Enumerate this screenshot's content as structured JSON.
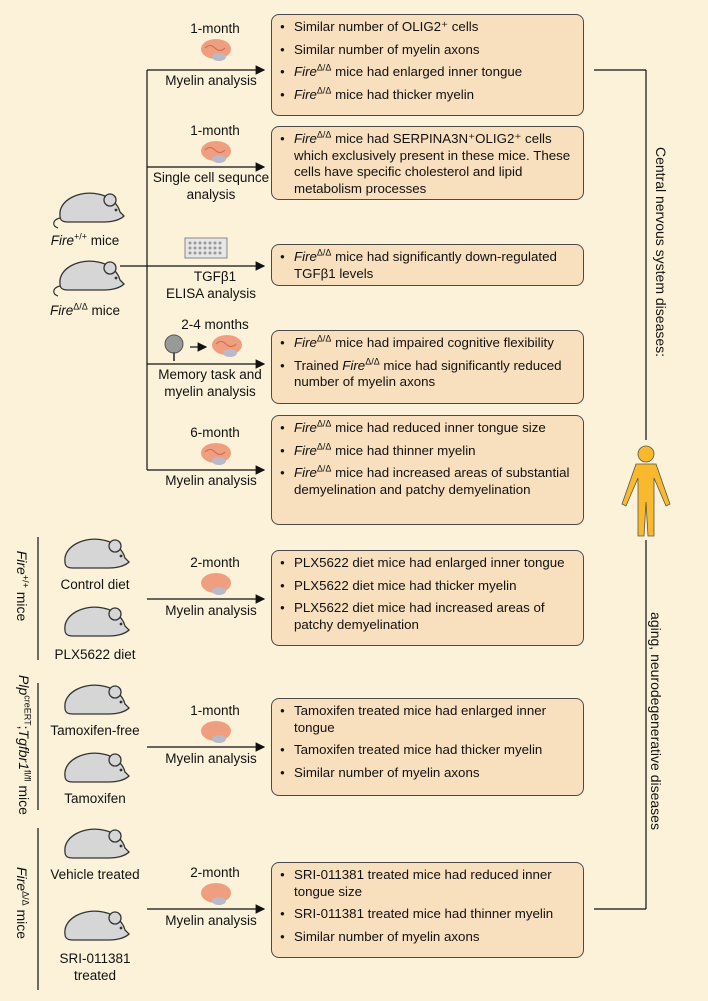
{
  "experiments": [
    {
      "time": "1-month",
      "analysis": "Myelin analysis",
      "results": [
        {
          "pre": "",
          "it": "",
          "text": "Similar number of OLIG2⁺ cells"
        },
        {
          "pre": "",
          "it": "",
          "text": "Similar number of myelin axons"
        },
        {
          "pre": "",
          "it": "Fire^Δ/Δ",
          "text": " mice had enlarged inner tongue"
        },
        {
          "pre": "",
          "it": "Fire^Δ/Δ",
          "text": " mice had thicker myelin"
        }
      ]
    },
    {
      "time": "1-month",
      "analysis": "Single cell sequnce analysis",
      "results": [
        {
          "pre": "",
          "it": "Fire^Δ/Δ",
          "text": " mice had SERPINA3N⁺OLIG2⁺ cells which exclusively present in these mice. These cells have specific cholesterol and lipid metabolism processes"
        }
      ]
    },
    {
      "time": "TGFβ1",
      "analysis": "ELISA analysis",
      "results": [
        {
          "pre": "",
          "it": "Fire^Δ/Δ",
          "text": " mice had significantly down-regulated TGFβ1 levels"
        }
      ]
    },
    {
      "time": "2-4 months",
      "analysis": "Memory task and myelin analysis",
      "results": [
        {
          "pre": "",
          "it": "Fire^Δ/Δ",
          "text": " mice had impaired cognitive flexibility"
        },
        {
          "pre": "Trained ",
          "it": "Fire^Δ/Δ",
          "text": " mice had significantly reduced number of myelin axons"
        }
      ]
    },
    {
      "time": "6-month",
      "analysis": "Myelin analysis",
      "results": [
        {
          "pre": "",
          "it": "Fire^Δ/Δ",
          "text": " mice had reduced inner tongue size"
        },
        {
          "pre": "",
          "it": "Fire^Δ/Δ",
          "text": " mice had thinner myelin"
        },
        {
          "pre": "",
          "it": "Fire^Δ/Δ",
          "text": " mice had increased areas of substantial demyelination and patchy demyelination"
        }
      ]
    }
  ],
  "mouse_labels": {
    "wt": "Fire+/+ mice",
    "ko": "FireΔ/Δ mice"
  },
  "group2": {
    "side": "Fire+/+ mice",
    "a": "Control diet",
    "b": "PLX5622 diet",
    "time": "2-month",
    "analysis": "Myelin analysis",
    "results": [
      "PLX5622 diet mice had enlarged inner tongue",
      "PLX5622 diet mice had thicker myelin",
      "PLX5622 diet mice had increased areas of patchy demyelination"
    ]
  },
  "group3": {
    "side": "PlpcreERT;Tgfbr1fl/fl mice",
    "a": "Tamoxifen-free",
    "b": "Tamoxifen",
    "time": "1-month",
    "analysis": "Myelin analysis",
    "results": [
      "Tamoxifen treated mice had enlarged inner tongue",
      "Tamoxifen treated mice had thicker myelin",
      "Similar number of myelin axons"
    ]
  },
  "group4": {
    "side": "FireΔ/Δ mice",
    "a": "Vehicle treated",
    "b": "SRI-011381 treated",
    "time": "2-month",
    "analysis": "Myelin analysis",
    "results": [
      "SRI-011381 treated mice had reduced inner tongue size",
      "SRI-011381 treated mice had thinner myelin",
      "Similar number of myelin axons"
    ]
  },
  "side_labels": {
    "top": "Central nervous system diseases:",
    "bottom": "aging, neurodegenerative diseases"
  },
  "colors": {
    "background": "#fbf2d9",
    "box": "#f8dfbe",
    "human": "#f9b92c",
    "brain": "#ef9f7f",
    "mouse": "#cfcfcf"
  }
}
